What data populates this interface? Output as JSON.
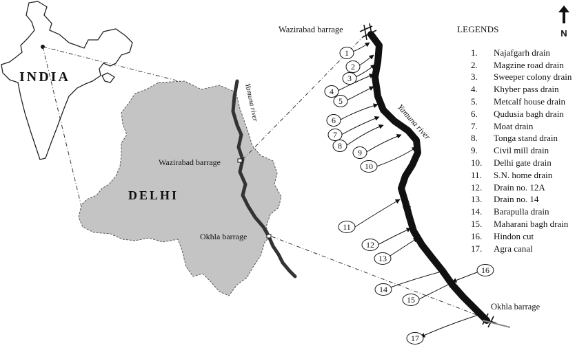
{
  "labels": {
    "country": "INDIA",
    "city": "DELHI",
    "river_left": "Yamuna river",
    "river_right": "Yamuna river",
    "wazirabad_left": "Wazirabad barrage",
    "okhla_left": "Okhla barrage",
    "wazirabad_right": "Wazirabad barrage",
    "okhla_right": "Okhla barrage"
  },
  "north_arrow": {
    "label": "N"
  },
  "legend": {
    "title": "LEGENDS",
    "items": [
      {
        "num": "1.",
        "name": "Najafgarh drain"
      },
      {
        "num": "2.",
        "name": "Magzine road drain"
      },
      {
        "num": "3.",
        "name": "Sweeper colony drain"
      },
      {
        "num": "4.",
        "name": "Khyber pass drain"
      },
      {
        "num": "5.",
        "name": "Metcalf house drain"
      },
      {
        "num": "6.",
        "name": "Qudusia bagh drain"
      },
      {
        "num": "7.",
        "name": "Moat drain"
      },
      {
        "num": "8.",
        "name": "Tonga stand drain"
      },
      {
        "num": "9.",
        "name": "Civil mill drain"
      },
      {
        "num": "10.",
        "name": "Delhi gate drain"
      },
      {
        "num": "11.",
        "name": "S.N. home drain"
      },
      {
        "num": "12.",
        "name": "Drain no. 12A"
      },
      {
        "num": "13.",
        "name": "Drain no. 14"
      },
      {
        "num": "14.",
        "name": "Barapulla drain"
      },
      {
        "num": "15.",
        "name": "Maharani bagh drain"
      },
      {
        "num": "16.",
        "name": "Hindon cut"
      },
      {
        "num": "17.",
        "name": "Agra canal"
      }
    ]
  },
  "drain_markers": [
    "1",
    "2",
    "3",
    "4",
    "5",
    "6",
    "7",
    "8",
    "9",
    "10",
    "11",
    "12",
    "13",
    "14",
    "15",
    "16",
    "17"
  ],
  "colors": {
    "delhi_fill": "#c4c4c4",
    "river": "#222222",
    "outline": "#444444"
  }
}
